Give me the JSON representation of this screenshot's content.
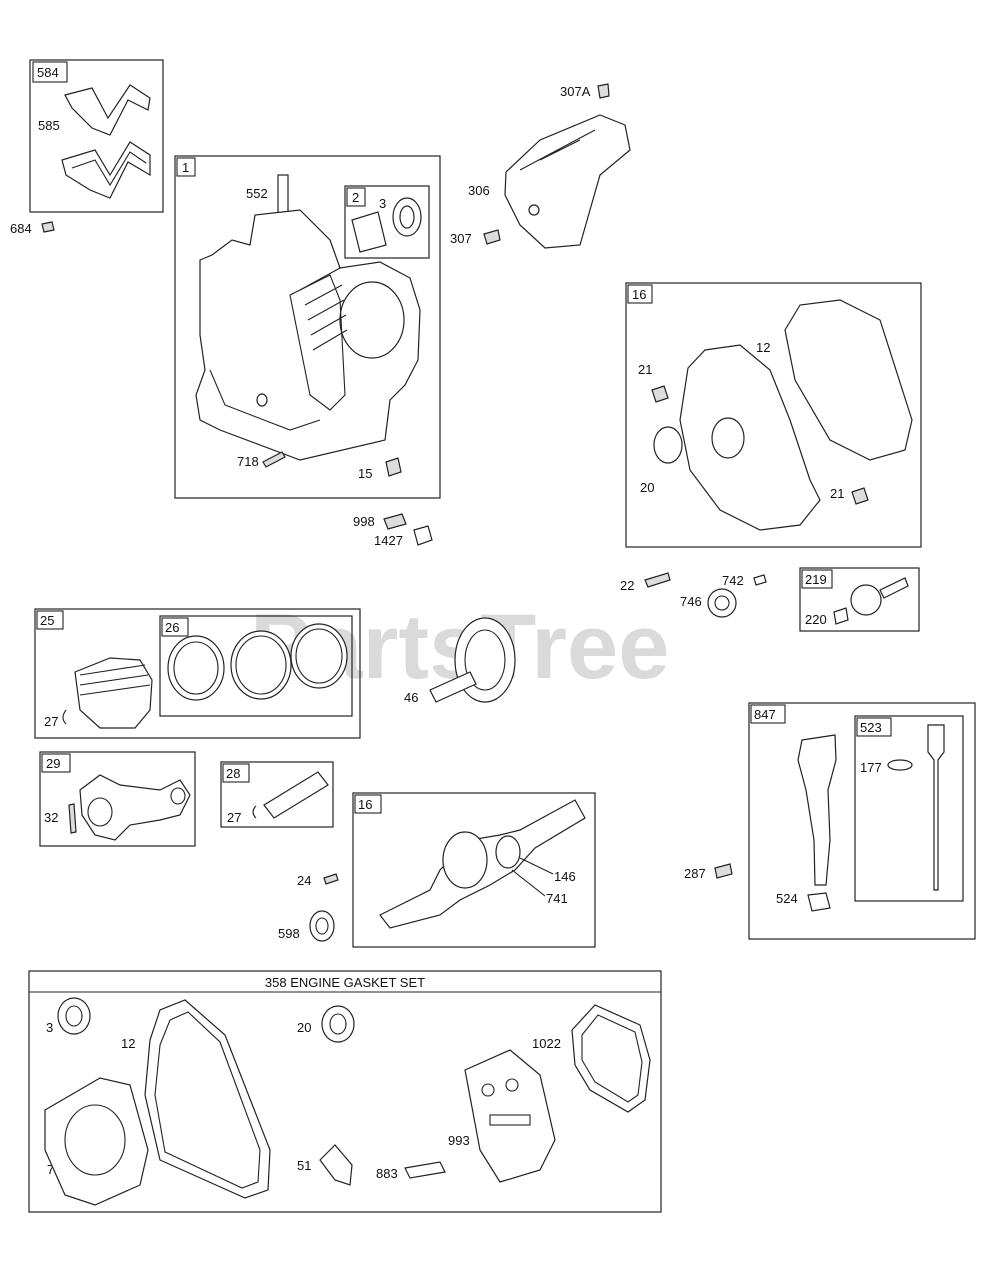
{
  "watermark": "PartsTree",
  "group_tags": {
    "g584": "584",
    "g1": "1",
    "g2": "2",
    "g16a": "16",
    "g25": "25",
    "g26": "26",
    "g29": "29",
    "g28": "28",
    "g16b": "16",
    "g219": "219",
    "g847": "847",
    "g523": "523"
  },
  "kit_title": "358 ENGINE GASKET SET",
  "labels": {
    "p585": "585",
    "p684": "684",
    "p552": "552",
    "p3a": "3",
    "p718": "718",
    "p15": "15",
    "p998": "998",
    "p1427": "1427",
    "p307A": "307A",
    "p306": "306",
    "p307": "307",
    "p12a": "12",
    "p21a": "21",
    "p20a": "20",
    "p21b": "21",
    "p22": "22",
    "p742": "742",
    "p746": "746",
    "p220": "220",
    "p27a": "27",
    "p46": "46",
    "p32": "32",
    "p27b": "27",
    "p24": "24",
    "p598": "598",
    "p146": "146",
    "p741": "741",
    "p177": "177",
    "p287": "287",
    "p524": "524",
    "k3": "3",
    "k12": "12",
    "k7": "7",
    "k20": "20",
    "k51": "51",
    "k883": "883",
    "k993": "993",
    "k1022": "1022"
  }
}
